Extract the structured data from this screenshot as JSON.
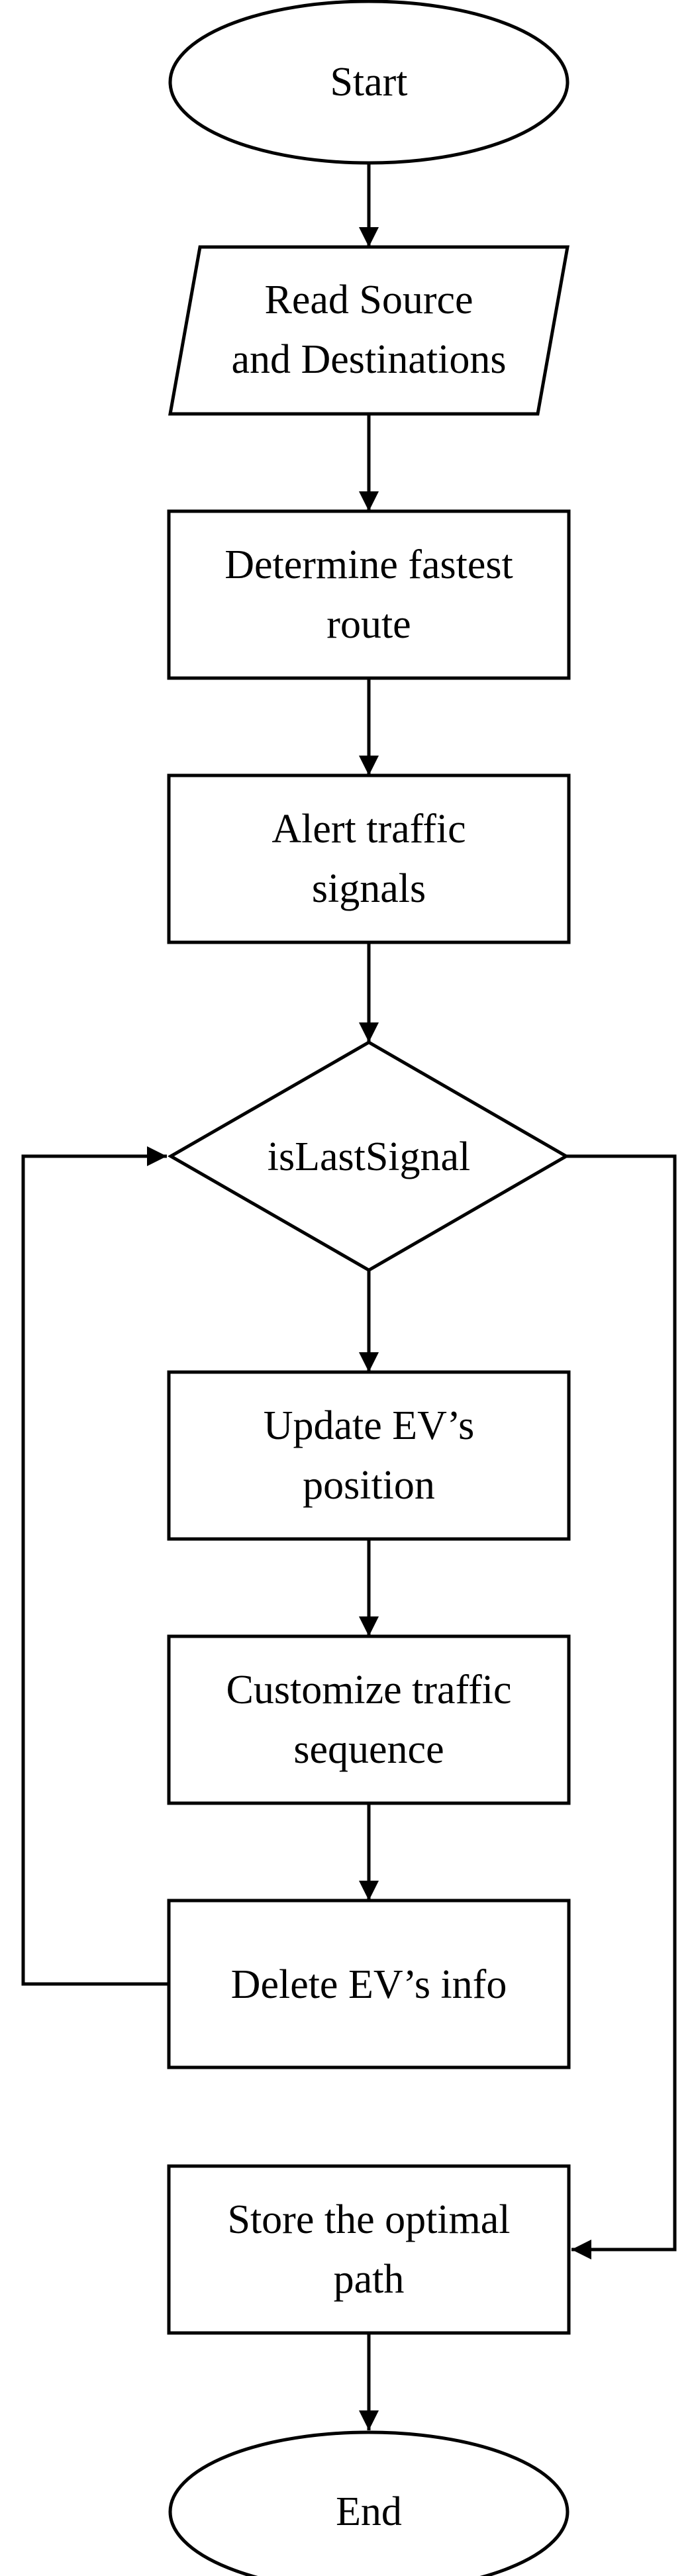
{
  "flowchart": {
    "start": "Start",
    "read": {
      "line1": "Read Source",
      "line2": "and Destinations"
    },
    "route": {
      "line1": "Determine fastest",
      "line2": "route"
    },
    "alert": {
      "line1": "Alert traffic",
      "line2": "signals"
    },
    "decision": "isLastSignal",
    "update": {
      "line1": "Update EV’s",
      "line2": "position"
    },
    "customize": {
      "line1": "Customize traffic",
      "line2": "sequence"
    },
    "delete": "Delete EV’s info",
    "store": {
      "line1": "Store the optimal",
      "line2": "path"
    },
    "end": "End"
  },
  "colors": {
    "stroke": "#000000",
    "fill": "#ffffff"
  }
}
